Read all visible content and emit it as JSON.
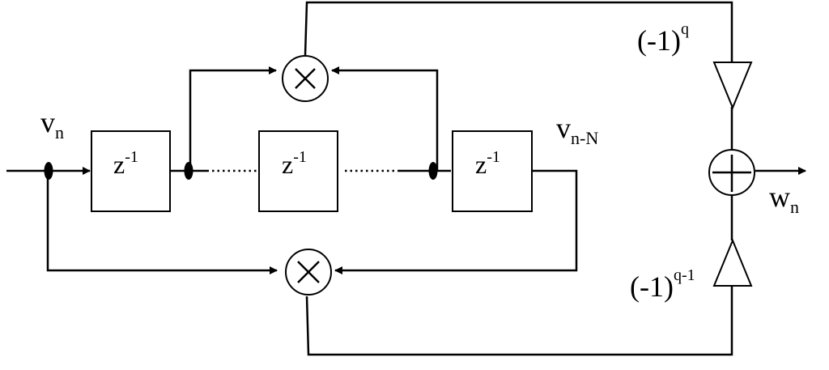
{
  "delay_blocks": [
    {
      "base": "z",
      "exp": "-1"
    },
    {
      "base": "z",
      "exp": "-1"
    },
    {
      "base": "z",
      "exp": "-1"
    }
  ],
  "labels": {
    "input": {
      "base": "v",
      "sub": "n"
    },
    "tap": {
      "base": "v",
      "sub": "n-N"
    },
    "output": {
      "base": "w",
      "sub": "n"
    },
    "gain_top": {
      "base": "(-1)",
      "sup": "q"
    },
    "gain_bottom": {
      "base": "(-1)",
      "sup": "q-1"
    }
  },
  "symbols": {
    "multiplier": "multiply-icon",
    "summer": "plus-icon"
  }
}
